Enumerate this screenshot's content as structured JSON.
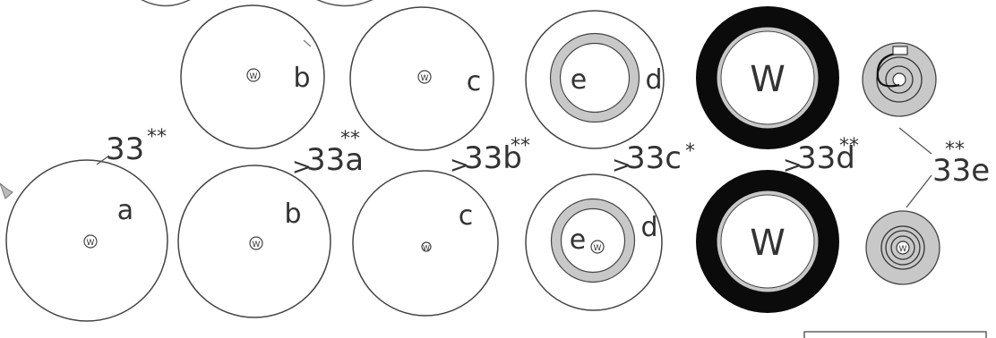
{
  "colors": {
    "stroke": "#444444",
    "fill_gray": "#c8c8c8",
    "fill_black": "#0b0b0b",
    "background": "#ffffff"
  },
  "labels": {
    "symbol_w": "W",
    "a": "a",
    "b": "b",
    "c": "c",
    "d": "d",
    "e": "e"
  },
  "refs": {
    "r33": "33",
    "r33a": "33a",
    "r33b": "33b",
    "r33c": "33c",
    "r33d": "33d",
    "r33e": "33e",
    "double_star": "**",
    "single_star": "*"
  },
  "rows": {
    "top": [
      "b",
      "c",
      "d-e",
      "w-thick",
      "coil"
    ],
    "bottom": [
      "a",
      "b",
      "c",
      "d-e",
      "w-thick",
      "coil"
    ]
  }
}
